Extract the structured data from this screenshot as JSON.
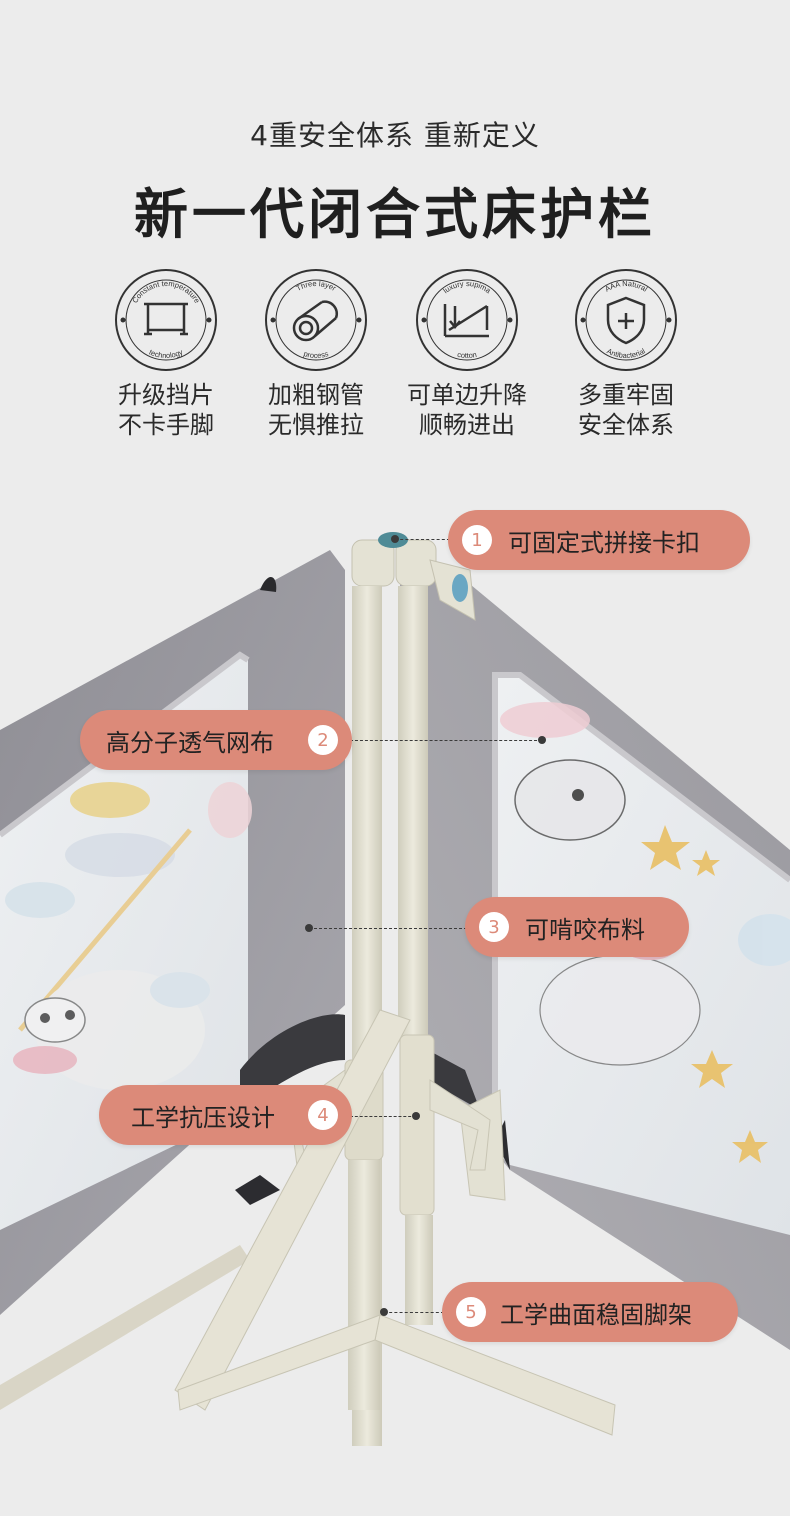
{
  "header": {
    "subtitle": "4重安全体系 重新定义",
    "title": "新一代闭合式床护栏"
  },
  "features": [
    {
      "badge_top": "Constant temperature",
      "badge_bottom": "technology",
      "icon": "gate-icon",
      "line1": "升级挡片",
      "line2": "不卡手脚"
    },
    {
      "badge_top": "Three layer",
      "badge_bottom": "process",
      "icon": "pipe-icon",
      "line1": "加粗钢管",
      "line2": "无惧推拉"
    },
    {
      "badge_top": "luxury supima",
      "badge_bottom": "cotton",
      "icon": "lift-icon",
      "line1": "可单边升降",
      "line2": "顺畅进出"
    },
    {
      "badge_top": "AAA Natural",
      "badge_bottom": "Antibacterial",
      "icon": "shield-plus-icon",
      "line1": "多重牢固",
      "line2": "安全体系"
    }
  ],
  "callouts": [
    {
      "number": "1",
      "label": "可固定式拼接卡扣"
    },
    {
      "number": "2",
      "label": "高分子透气网布"
    },
    {
      "number": "3",
      "label": "可啃咬布料"
    },
    {
      "number": "4",
      "label": "工学抗压设计"
    },
    {
      "number": "5",
      "label": "工学曲面稳固脚架"
    }
  ],
  "colors": {
    "accent": "#dc8a79",
    "background": "#ececec",
    "panel_fabric": "#9d9ca2",
    "frame": "#e3e1d3"
  }
}
